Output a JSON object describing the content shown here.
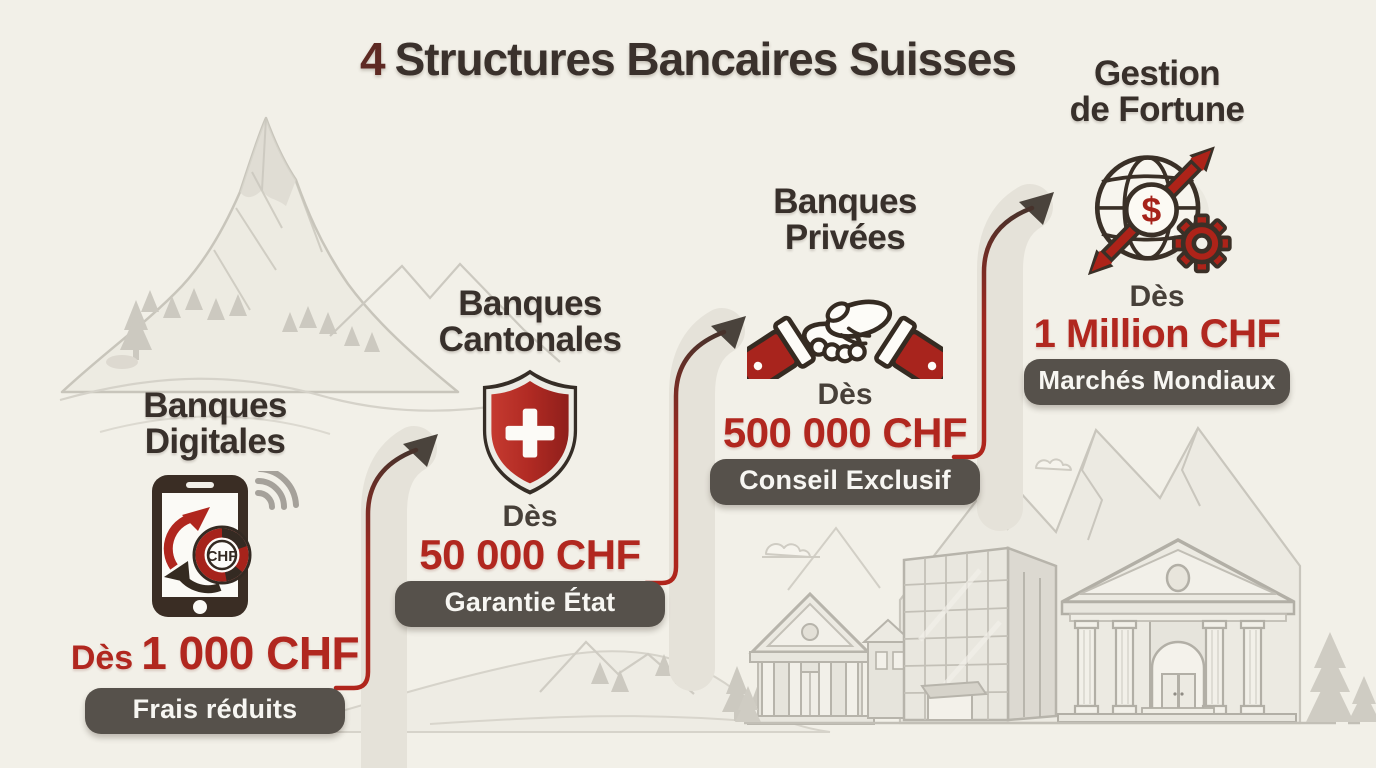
{
  "title": {
    "prefix": "4",
    "text": "Structures Bancaires Suisses"
  },
  "tiers": [
    {
      "name": "Banques Digitales",
      "name_line1": "Banques",
      "name_line2": "Digitales",
      "icon": "smartphone-chf",
      "threshold_prefix": "Dès",
      "threshold": "1 000 CHF",
      "benefit": "Frais réduits"
    },
    {
      "name": "Banques Cantonales",
      "name_line1": "Banques",
      "name_line2": "Cantonales",
      "icon": "swiss-shield",
      "threshold_prefix": "Dès",
      "threshold": "50 000 CHF",
      "benefit": "Garantie État"
    },
    {
      "name": "Banques Privées",
      "name_line1": "Banques",
      "name_line2": "Privées",
      "icon": "handshake",
      "threshold_prefix": "Dès",
      "threshold": "500 000 CHF",
      "benefit": "Conseil Exclusif"
    },
    {
      "name": "Gestion de Fortune",
      "name_line1": "Gestion",
      "name_line2": "de Fortune",
      "icon": "globe-dollar-gear",
      "threshold_prefix": "Dès",
      "threshold": "1 Million CHF",
      "benefit": "Marchés Mondiaux"
    }
  ],
  "icon_text": {
    "chf_badge": "CHF",
    "dollar": "$"
  },
  "colors": {
    "background": "#f2f0e8",
    "accent_red": "#b1271f",
    "heading": "#38302b",
    "banner_bg": "#56514b",
    "banner_text": "#f7f6f2",
    "arrow_band": "#e5e2d9",
    "arrow_head": "#4a433c",
    "sketch_gray": "#c9c6bd"
  }
}
